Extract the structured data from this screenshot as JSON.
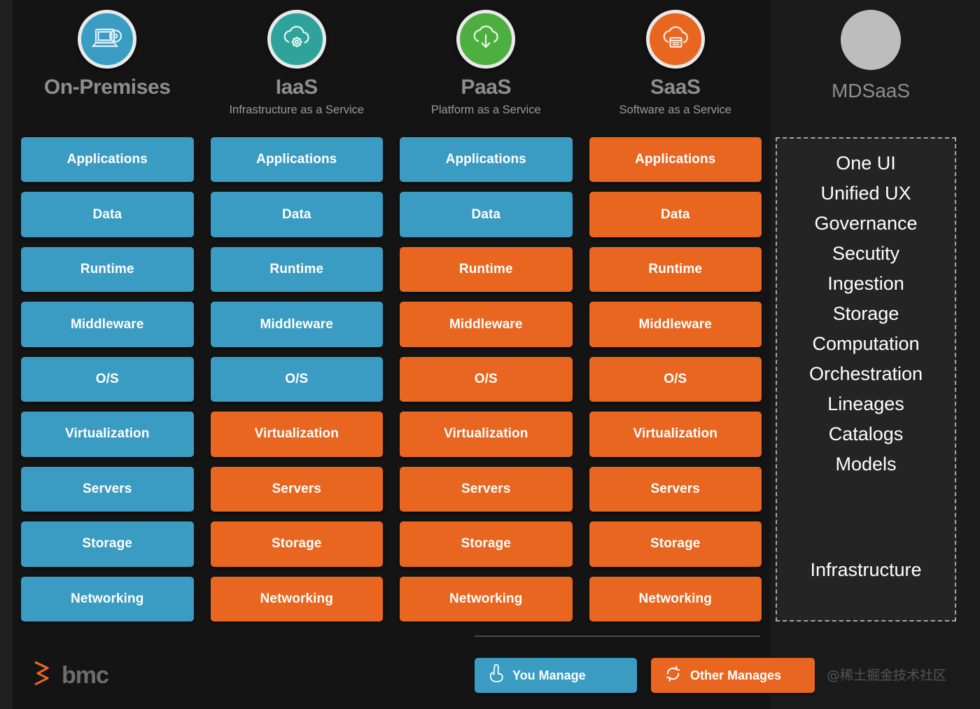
{
  "theme": {
    "background": "#1b1b1b",
    "card_background": "#141414",
    "blue": "#3a9cc2",
    "orange": "#e8661f",
    "panel_background": "#242424",
    "dashed_border": "#a6a6a6",
    "title_gray": "#8e8e8e"
  },
  "columns": [
    {
      "title": "On-Premises",
      "subtitle": "",
      "icon": "laptop-disc-icon",
      "icon_color": "#3a9cc2"
    },
    {
      "title": "IaaS",
      "subtitle": "Infrastructure as a Service",
      "icon": "cloud-gear-icon",
      "icon_color": "#2fa39b"
    },
    {
      "title": "PaaS",
      "subtitle": "Platform as a Service",
      "icon": "cloud-download-icon",
      "icon_color": "#4caf3f"
    },
    {
      "title": "SaaS",
      "subtitle": "Software as a Service",
      "icon": "cloud-window-icon",
      "icon_color": "#e8661f"
    }
  ],
  "mdsaas_header": {
    "title": "MDSaaS",
    "icon": "gray-circle-icon",
    "icon_color": "#bdbdbd"
  },
  "chart_data": {
    "type": "table",
    "title": "Cloud Service Model Responsibility Stack",
    "categories": [
      "On-Premises",
      "IaaS",
      "PaaS",
      "SaaS"
    ],
    "layers": [
      "Applications",
      "Data",
      "Runtime",
      "Middleware",
      "O/S",
      "Virtualization",
      "Servers",
      "Storage",
      "Networking"
    ],
    "legend": [
      {
        "key": "blue",
        "label": "You Manage",
        "color": "#3a9cc2"
      },
      {
        "key": "orange",
        "label": "Other Manages",
        "color": "#e8661f"
      }
    ],
    "matrix": {
      "On-Premises": [
        "blue",
        "blue",
        "blue",
        "blue",
        "blue",
        "blue",
        "blue",
        "blue",
        "blue"
      ],
      "IaaS": [
        "blue",
        "blue",
        "blue",
        "blue",
        "blue",
        "orange",
        "orange",
        "orange",
        "orange"
      ],
      "PaaS": [
        "blue",
        "blue",
        "orange",
        "orange",
        "orange",
        "orange",
        "orange",
        "orange",
        "orange"
      ],
      "SaaS": [
        "orange",
        "orange",
        "orange",
        "orange",
        "orange",
        "orange",
        "orange",
        "orange",
        "orange"
      ]
    }
  },
  "grid": {
    "columns": [
      {
        "name": "On-Premises",
        "cells": [
          {
            "label": "Applications",
            "tone": "blue"
          },
          {
            "label": "Data",
            "tone": "blue"
          },
          {
            "label": "Runtime",
            "tone": "blue"
          },
          {
            "label": "Middleware",
            "tone": "blue"
          },
          {
            "label": "O/S",
            "tone": "blue"
          },
          {
            "label": "Virtualization",
            "tone": "blue"
          },
          {
            "label": "Servers",
            "tone": "blue"
          },
          {
            "label": "Storage",
            "tone": "blue"
          },
          {
            "label": "Networking",
            "tone": "blue"
          }
        ]
      },
      {
        "name": "IaaS",
        "cells": [
          {
            "label": "Applications",
            "tone": "blue"
          },
          {
            "label": "Data",
            "tone": "blue"
          },
          {
            "label": "Runtime",
            "tone": "blue"
          },
          {
            "label": "Middleware",
            "tone": "blue"
          },
          {
            "label": "O/S",
            "tone": "blue"
          },
          {
            "label": "Virtualization",
            "tone": "orange"
          },
          {
            "label": "Servers",
            "tone": "orange"
          },
          {
            "label": "Storage",
            "tone": "orange"
          },
          {
            "label": "Networking",
            "tone": "orange"
          }
        ]
      },
      {
        "name": "PaaS",
        "cells": [
          {
            "label": "Applications",
            "tone": "blue"
          },
          {
            "label": "Data",
            "tone": "blue"
          },
          {
            "label": "Runtime",
            "tone": "orange"
          },
          {
            "label": "Middleware",
            "tone": "orange"
          },
          {
            "label": "O/S",
            "tone": "orange"
          },
          {
            "label": "Virtualization",
            "tone": "orange"
          },
          {
            "label": "Servers",
            "tone": "orange"
          },
          {
            "label": "Storage",
            "tone": "orange"
          },
          {
            "label": "Networking",
            "tone": "orange"
          }
        ]
      },
      {
        "name": "SaaS",
        "cells": [
          {
            "label": "Applications",
            "tone": "orange"
          },
          {
            "label": "Data",
            "tone": "orange"
          },
          {
            "label": "Runtime",
            "tone": "orange"
          },
          {
            "label": "Middleware",
            "tone": "orange"
          },
          {
            "label": "O/S",
            "tone": "orange"
          },
          {
            "label": "Virtualization",
            "tone": "orange"
          },
          {
            "label": "Servers",
            "tone": "orange"
          },
          {
            "label": "Storage",
            "tone": "orange"
          },
          {
            "label": "Networking",
            "tone": "orange"
          }
        ]
      }
    ]
  },
  "mdsaas_panel": {
    "items": [
      "One UI",
      "Unified UX",
      "Governance",
      "Secutity",
      "Ingestion",
      "Storage",
      "Computation",
      "Orchestration",
      "Lineages",
      "Catalogs",
      "Models"
    ],
    "footer": "Infrastructure"
  },
  "legend": [
    {
      "label": "You Manage",
      "icon": "pointing-hand-icon",
      "tone": "blue"
    },
    {
      "label": "Other Manages",
      "icon": "refresh-cycle-icon",
      "tone": "orange"
    }
  ],
  "branding": {
    "logo_text": "bmc",
    "logo_icon": "bmc-chevron-icon",
    "logo_color": "#e8661f"
  },
  "watermark": "@稀土掘金技术社区"
}
